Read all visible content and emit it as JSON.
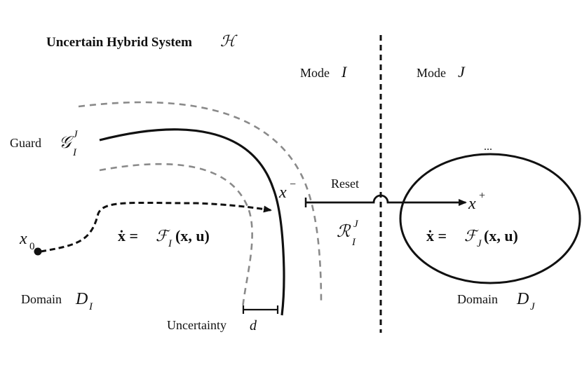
{
  "title": {
    "text": "Uncertain Hybrid System",
    "symbol": "ℋ"
  },
  "modes": {
    "left": {
      "prefix": "Mode",
      "symbol": "I"
    },
    "right": {
      "prefix": "Mode",
      "symbol": "J"
    }
  },
  "guard": {
    "prefix": "Guard",
    "symbol": "𝒢",
    "superscript": "J",
    "subscript": "I"
  },
  "initial_state": {
    "base": "x",
    "subscript": "0"
  },
  "flow_left": {
    "text": "ẋ = ",
    "func": "ℱ",
    "func_sub": "I",
    "args": "(x, u)"
  },
  "flow_right": {
    "text": "ẋ = ",
    "func": "ℱ",
    "func_sub": "J",
    "args": "(x, u)"
  },
  "domain_left": {
    "prefix": "Domain",
    "symbol": "D",
    "subscript": "I"
  },
  "domain_right": {
    "prefix": "Domain",
    "symbol": "D",
    "subscript": "J"
  },
  "pre_reset_state": {
    "base": "x",
    "superscript": "−"
  },
  "post_reset_state": {
    "base": "x",
    "superscript": "+"
  },
  "reset": {
    "label": "Reset",
    "symbol": "ℛ",
    "superscript": "J",
    "subscript": "I"
  },
  "uncertainty": {
    "label": "Uncertainty",
    "symbol": "d"
  },
  "ellipsis": "...",
  "colors": {
    "line": "#111111",
    "dashed_uncertainty": "#8a8a8a"
  }
}
